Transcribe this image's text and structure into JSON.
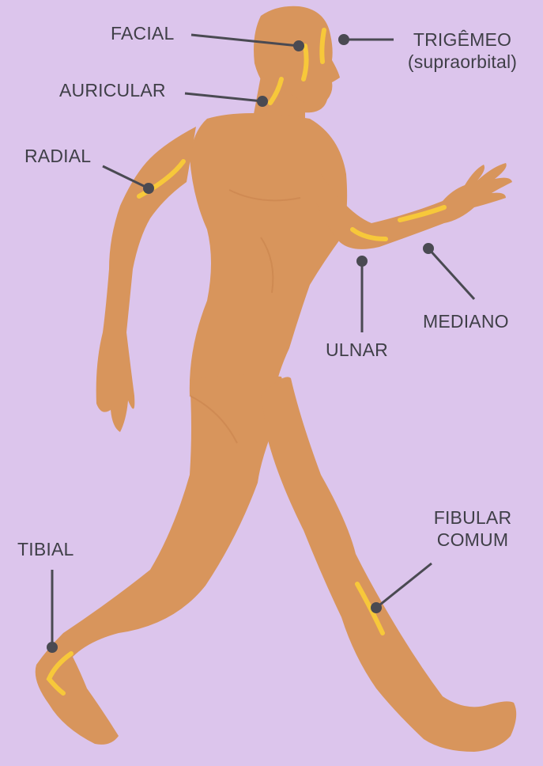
{
  "diagram": {
    "background_color": "#dcc5ec",
    "skin_color": "#d8955c",
    "nerve_color": "#f7c83a",
    "pointer_color": "#4a4a52",
    "labels": {
      "facial": "FACIAL",
      "trigemeo": "TRIGÊMEO",
      "trigemeo_sub": "(supraorbital)",
      "auricular": "AURICULAR",
      "radial": "RADIAL",
      "mediano": "MEDIANO",
      "ulnar": "ULNAR",
      "fibular_line1": "FIBULAR",
      "fibular_line2": "COMUM",
      "tibial": "TIBIAL"
    }
  }
}
